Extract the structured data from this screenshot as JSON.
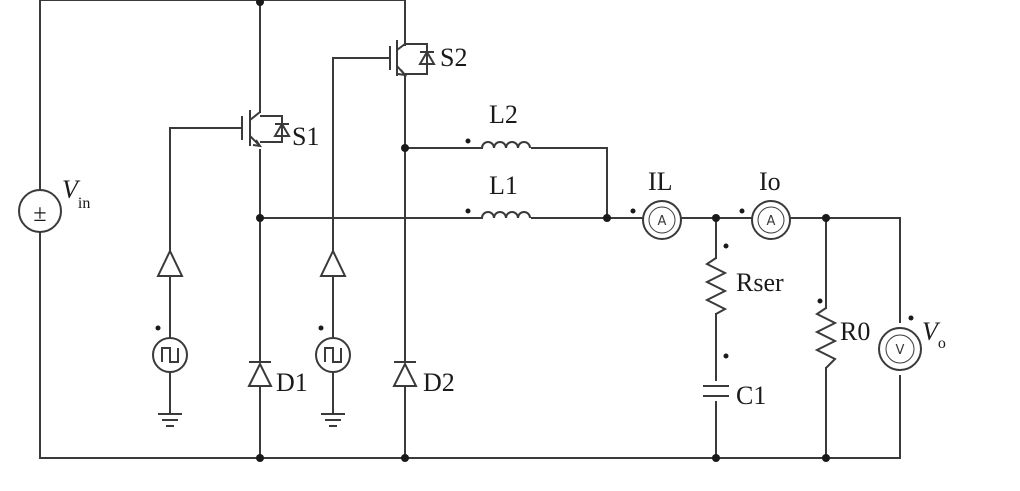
{
  "labels": {
    "vin": "V",
    "vin_sub": "in",
    "s1": "S1",
    "s2": "S2",
    "l1": "L1",
    "l2": "L2",
    "d1": "D1",
    "d2": "D2",
    "il": "IL",
    "io": "Io",
    "rser": "Rser",
    "c1": "C1",
    "r0": "R0",
    "vo": "V",
    "vo_sub": "o",
    "ammeter_glyph": "A",
    "voltmeter_glyph": "V",
    "source_sign": "±"
  },
  "colors": {
    "wire": "#3a3a3a",
    "text": "#1a1a1a"
  }
}
